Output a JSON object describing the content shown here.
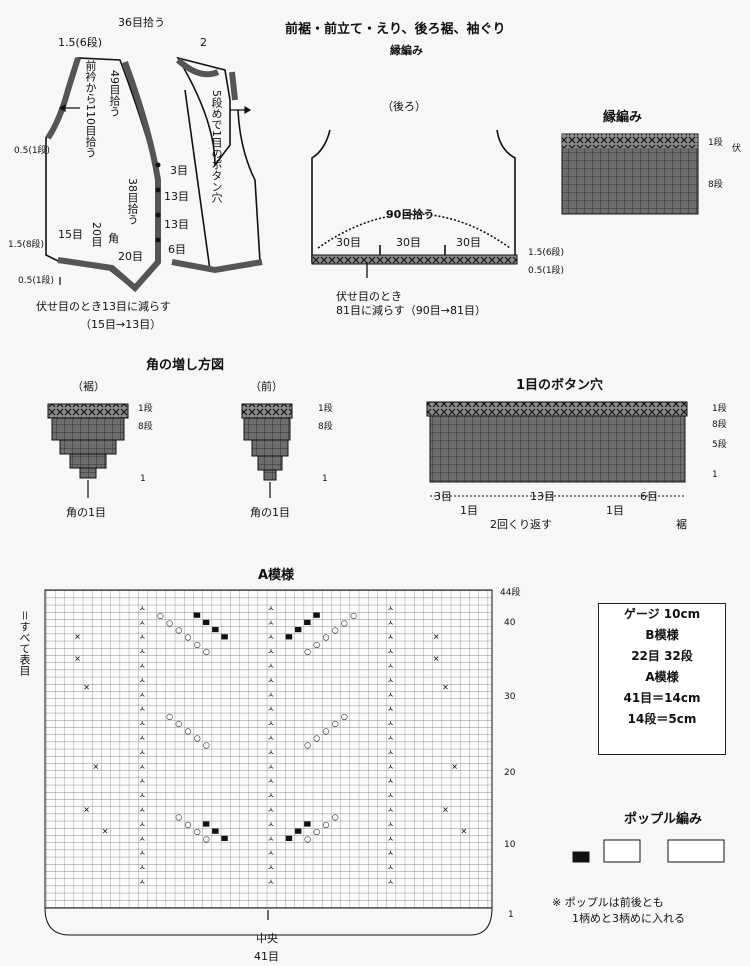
{
  "vest": {
    "pick_36": "36目拾う",
    "num_2": "2",
    "rows_1_5_6": "1.5(6段)",
    "front_neck_pick": "前衿から110目拾う",
    "pick_49": "49目拾う",
    "buttonhole_note": "5段めで1目のボタン穴",
    "rows_0_5_1a": "0.5(1段)",
    "num_3": "3目",
    "pick_38": "38目拾う",
    "num_13a": "13目",
    "num_13b": "13目",
    "num_6": "6目",
    "num_15": "15目",
    "num_20": "20目",
    "corner": "角",
    "num_20b": "20目",
    "rows_1_5_8": "1.5(8段)",
    "rows_0_5_1b": "0.5(1段)",
    "bindoff_front": "伏せ目のとき13目に減らす",
    "bindoff_front_2": "（15目→13目）"
  },
  "header": {
    "title": "前裾・前立て・えり、後ろ裾、袖ぐり",
    "subtitle": "縁編み"
  },
  "back": {
    "label": "（後ろ）",
    "pick_90": "90目拾う",
    "seg1": "30目",
    "seg2": "30目",
    "seg3": "30目",
    "rows_6": "1.5(6段)",
    "rows_1": "0.5(1段)",
    "bindoff": "伏せ目のとき",
    "bindoff_2": "81目に減らす（90目→81目）"
  },
  "edge_swatch": {
    "title": "縁編み",
    "row1": "1段",
    "fu": "伏",
    "row8": "8段"
  },
  "corner_inc": {
    "title": "角の増し方図",
    "hem_label": "（裾）",
    "front_label": "（前）",
    "row1a": "1段",
    "row8a": "8段",
    "arrow1a": "1",
    "row1b": "1段",
    "row8b": "8段",
    "arrow1b": "1",
    "corner_st_a": "角の1目",
    "corner_st_b": "角の1目"
  },
  "buttonhole": {
    "title": "1目のボタン穴",
    "row1": "1段",
    "row8": "8段",
    "row5": "5段",
    "arrow1": "1",
    "st3": "3目",
    "st13": "13目",
    "st6": "6目",
    "one_a": "1目",
    "one_b": "1目",
    "repeat": "2回くり返す",
    "hem": "裾"
  },
  "pattern_a": {
    "title": "A模様",
    "legend": "＝すべて表目",
    "row44": "44段",
    "row40": "40",
    "row30": "30",
    "row20": "20",
    "row10": "10",
    "row1": "1",
    "center": "中央",
    "width": "41目"
  },
  "gauge": {
    "l1": "ゲージ 10cm",
    "l2": "B模様",
    "l3": "22目 32段",
    "l4": "A模様",
    "l5": "41目＝14cm",
    "l6": "14段＝5cm"
  },
  "popcorn": {
    "title": "ポップル編み",
    "note1": "※ ポップルは前後とも",
    "note2": "1柄めと3柄めに入れる"
  },
  "colors": {
    "ink": "#111111",
    "paper": "#f7f7f5",
    "band": "#555555"
  }
}
